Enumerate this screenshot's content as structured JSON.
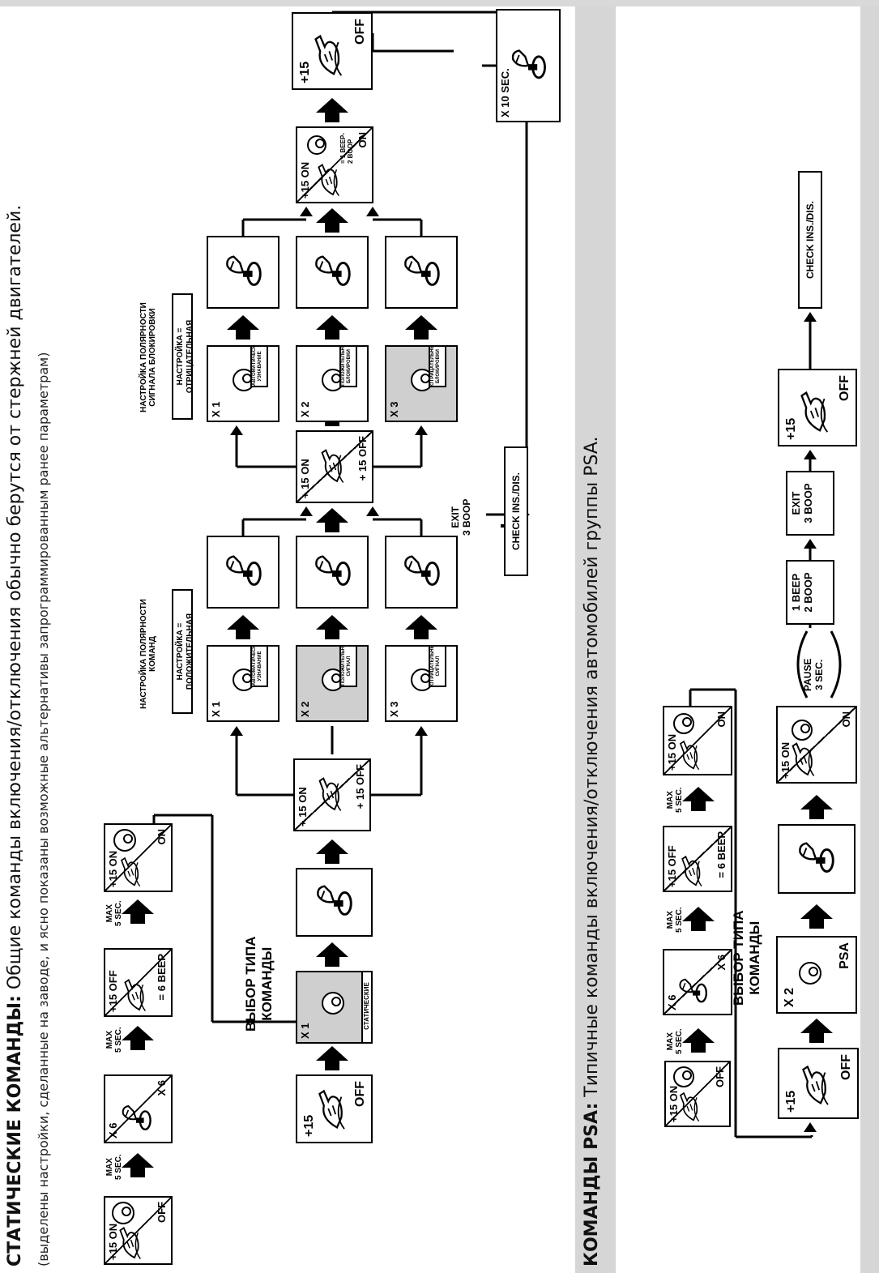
{
  "static": {
    "title_bold": "СТАТИЧЕСКИЕ КОМАНДЫ:",
    "title_rest": " Общие команды включения/отключения обычно берутся от стержней двигателей.",
    "note": "(выделены настройки, сделанные на заводе, и ясно показаны возможные альтернативы запрограммированным ранее параметрам)",
    "plus15on": "+15 ON",
    "plus15off": "+15 OFF",
    "plus15": "+15",
    "off": "OFF",
    "on": "ON",
    "x6": "X 6",
    "max5": "MAX\n5 SEC.",
    "beep6": "= 6 BEEP",
    "select_type": "ВЫБОР ТИПА\nКОМАНДЫ",
    "x1": "X 1",
    "x2": "X 2",
    "x3": "X 3",
    "static_tag": "СТАТИЧЕСКИЕ",
    "cmd_polarity": "НАСТРОЙКА ПОЛЯРНОСТИ\nКОМАНД",
    "cmd_polarity_setting": "НАСТРОЙКА = ПОЛОЖИТЕЛЬНАЯ",
    "lock_polarity": "НАСТРОЙКА ПОЛЯРНОСТИ\nСИГНАЛА БЛОКИРОВКИ",
    "lock_polarity_setting": "НАСТРОЙКА = ОТРИЦАТЕЛЬНАЯ",
    "auto_detect": "АВТОМАТИЧЕСКОЕ\nУЗНАВАНИЕ",
    "pos_signal": "ПОЛОЖИТЕЛЬНЫЙ\nСИГНАЛ",
    "neg_signal": "ОТРИЦАТЕЛЬНЫЙ\nСИГНАЛ",
    "pos_lock": "ПОЛОЖИТЕЛЬНЫЕ\nБЛОКИРОВКИ",
    "neg_lock": "ОТРИЦАТЕЛЬНЫЕ\nБЛОКИРОВКИ",
    "on15": "+ 15 ON",
    "off15": "+ 15 OFF",
    "beep_boop": "= 1 BEEP-\n2 BOOP",
    "exit": "EXIT\n3 BOOP",
    "check": "CHECK INS./DIS.",
    "x10": "X 10 SEC."
  },
  "psa": {
    "title_bold": "КОМАНДЫ PSA:",
    "title_rest": " Типичные команды включения/отключения автомобилей группы PSA.",
    "plus15on": "+15 ON",
    "plus15off": "+15 OFF",
    "plus15": "+15",
    "off": "OFF",
    "on": "ON",
    "x6": "X 6",
    "max5": "MAX\n5 SEC.",
    "beep6": "= 6 BEEP",
    "select_type": "ВЫБОР ТИПА\nКОМАНДЫ",
    "x2": "X 2",
    "psa": "PSA",
    "pause": "PAUSE\n3 SEC.",
    "beep_boop": "1 BEEP\n2 BOOP",
    "exit": "EXIT\n3 BOOP",
    "check": "CHECK INS./DIS."
  }
}
